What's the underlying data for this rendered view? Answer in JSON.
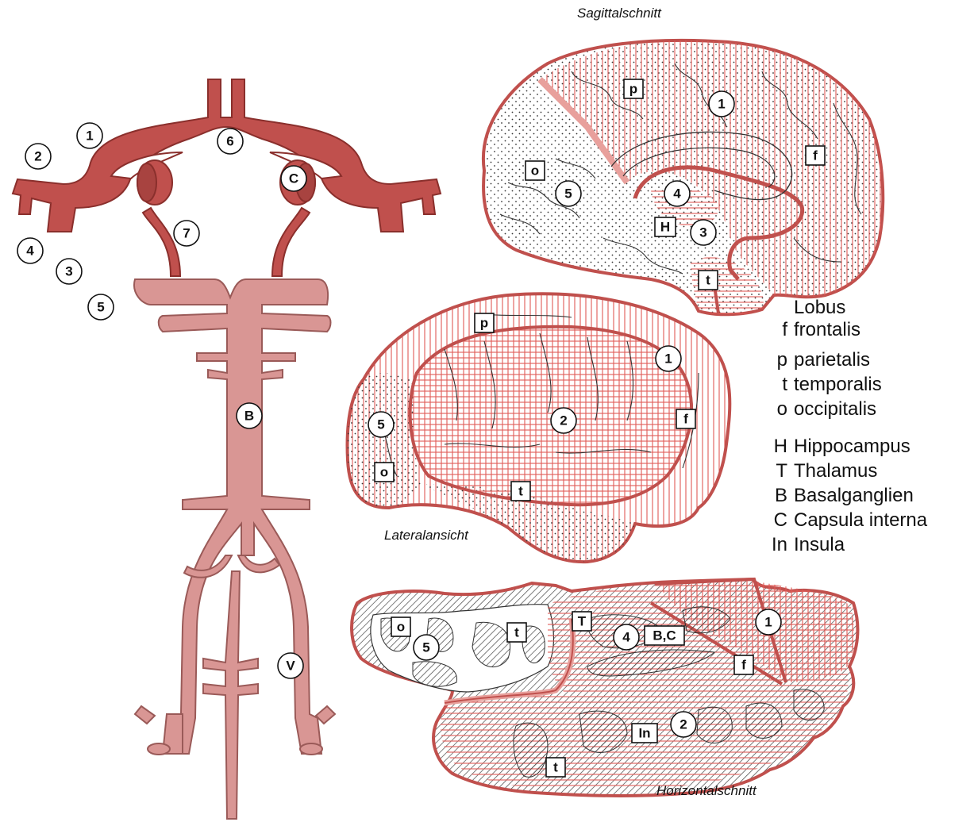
{
  "colors": {
    "upper_vessel": "#c0504d",
    "upper_vessel_stroke": "#8a2f2c",
    "lower_vessel": "#d99694",
    "lower_vessel_stroke": "#9a5a58",
    "hatch_red": "#e05a55",
    "dot": "#333333",
    "outline_red": "#c0504d"
  },
  "views": {
    "sagittal": {
      "caption": "Sagittalschnitt"
    },
    "lateral": {
      "caption": "Lateralansicht"
    },
    "horizontal": {
      "caption": "Horizontalschnitt"
    }
  },
  "vessel_labels": [
    "1",
    "2",
    "3",
    "4",
    "5",
    "6",
    "7",
    "C",
    "B",
    "V"
  ],
  "sagittal_labels": {
    "circles": [
      "1",
      "5",
      "4",
      "3"
    ],
    "boxes": [
      "p",
      "o",
      "f",
      "H",
      "t"
    ]
  },
  "lateral_labels": {
    "circles": [
      "1",
      "5",
      "2"
    ],
    "boxes": [
      "p",
      "f",
      "o",
      "t"
    ]
  },
  "horizontal_labels": {
    "circles": [
      "5",
      "4",
      "1",
      "2"
    ],
    "boxes": [
      "o",
      "t",
      "T",
      "B,C",
      "f",
      "In",
      "t"
    ]
  },
  "legend": {
    "heading": "Lobus",
    "lobes": [
      {
        "abbr": "f",
        "name": "frontalis"
      },
      {
        "abbr": "p",
        "name": "parietalis"
      },
      {
        "abbr": "t",
        "name": "temporalis"
      },
      {
        "abbr": "o",
        "name": "occipitalis"
      }
    ],
    "structures": [
      {
        "abbr": "H",
        "name": "Hippocampus"
      },
      {
        "abbr": "T",
        "name": "Thalamus"
      },
      {
        "abbr": "B",
        "name": "Basalganglien"
      },
      {
        "abbr": "C",
        "name": "Capsula interna"
      },
      {
        "abbr": "In",
        "name": "Insula"
      }
    ]
  }
}
